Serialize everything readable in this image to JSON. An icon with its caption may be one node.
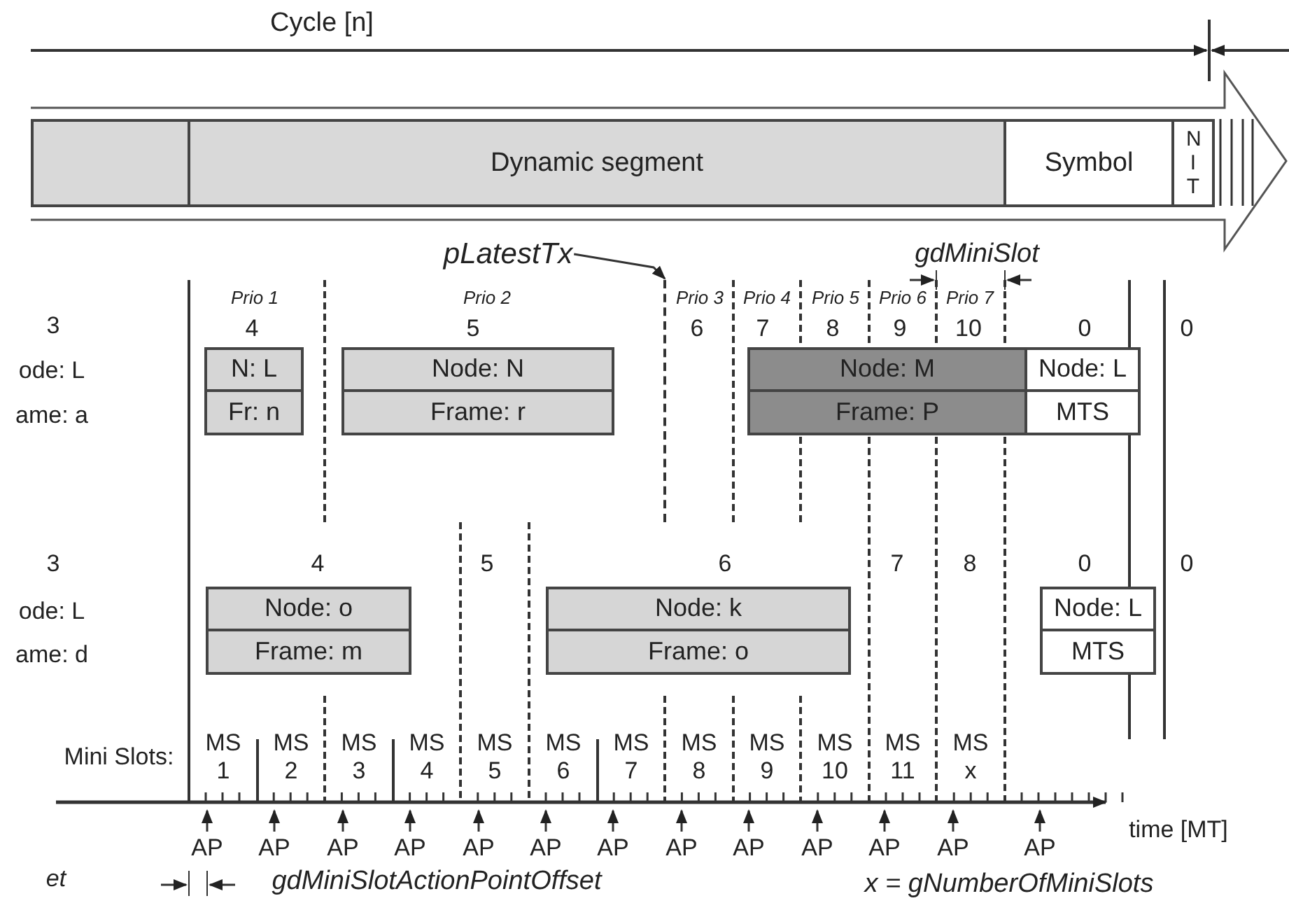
{
  "diagram": {
    "nodes": [
      {
        "text": [],
        "shape": "box"
      },
      {
        "text": [
          "Dynamic segment"
        ]
      },
      {
        "text": [
          "Symbol"
        ]
      },
      {
        "text": [
          "N I T"
        ]
      },
      {
        "text": [
          "N: L",
          "Fr: n"
        ]
      },
      {
        "text": [
          "Node: N",
          "Frame: r"
        ]
      },
      {
        "text": [
          "Node: M",
          "Frame: P"
        ]
      },
      {
        "text": [
          "Node: L",
          "MTS"
        ]
      },
      {
        "text": [
          "Node: o",
          "Frame: m"
        ]
      },
      {
        "text": [
          "Node: k",
          "Frame: o"
        ]
      },
      {
        "text": [
          "Node: L",
          "MTS"
        ]
      },
      {
        "text": [
          "pLatestTx"
        ]
      },
      {
        "text": [],
        "shape": "line"
      }
    ],
    "edges": [
      {
        "from": 11,
        "to": 12,
        "arrow": "to"
      }
    ],
    "labels": [
      "Cycle [n]",
      "gdMiniSlot",
      "Prio 1",
      "Prio 2",
      "Prio 3",
      "Prio 4",
      "Prio 5",
      "Prio 6",
      "Prio 7",
      "3",
      "4",
      "5",
      "6",
      "7",
      "8",
      "9",
      "10",
      "0",
      "0",
      "ode: L",
      "ame: a",
      "3",
      "4",
      "5",
      "6",
      "7",
      "8",
      "0",
      "0",
      "ode: L",
      "ame: d",
      "Mini Slots:",
      "MS 1",
      "MS 2",
      "MS 3",
      "MS 4",
      "MS 5",
      "MS 6",
      "MS 7",
      "MS 8",
      "MS 9",
      "MS 10",
      "MS 11",
      "MS x",
      "AP",
      "AP",
      "AP",
      "AP",
      "AP",
      "AP",
      "AP",
      "AP",
      "AP",
      "AP",
      "AP",
      "AP",
      "AP",
      "time [MT]",
      "et",
      "gdMiniSlotActionPointOffset",
      "x = gNumberOfMiniSlots"
    ]
  }
}
